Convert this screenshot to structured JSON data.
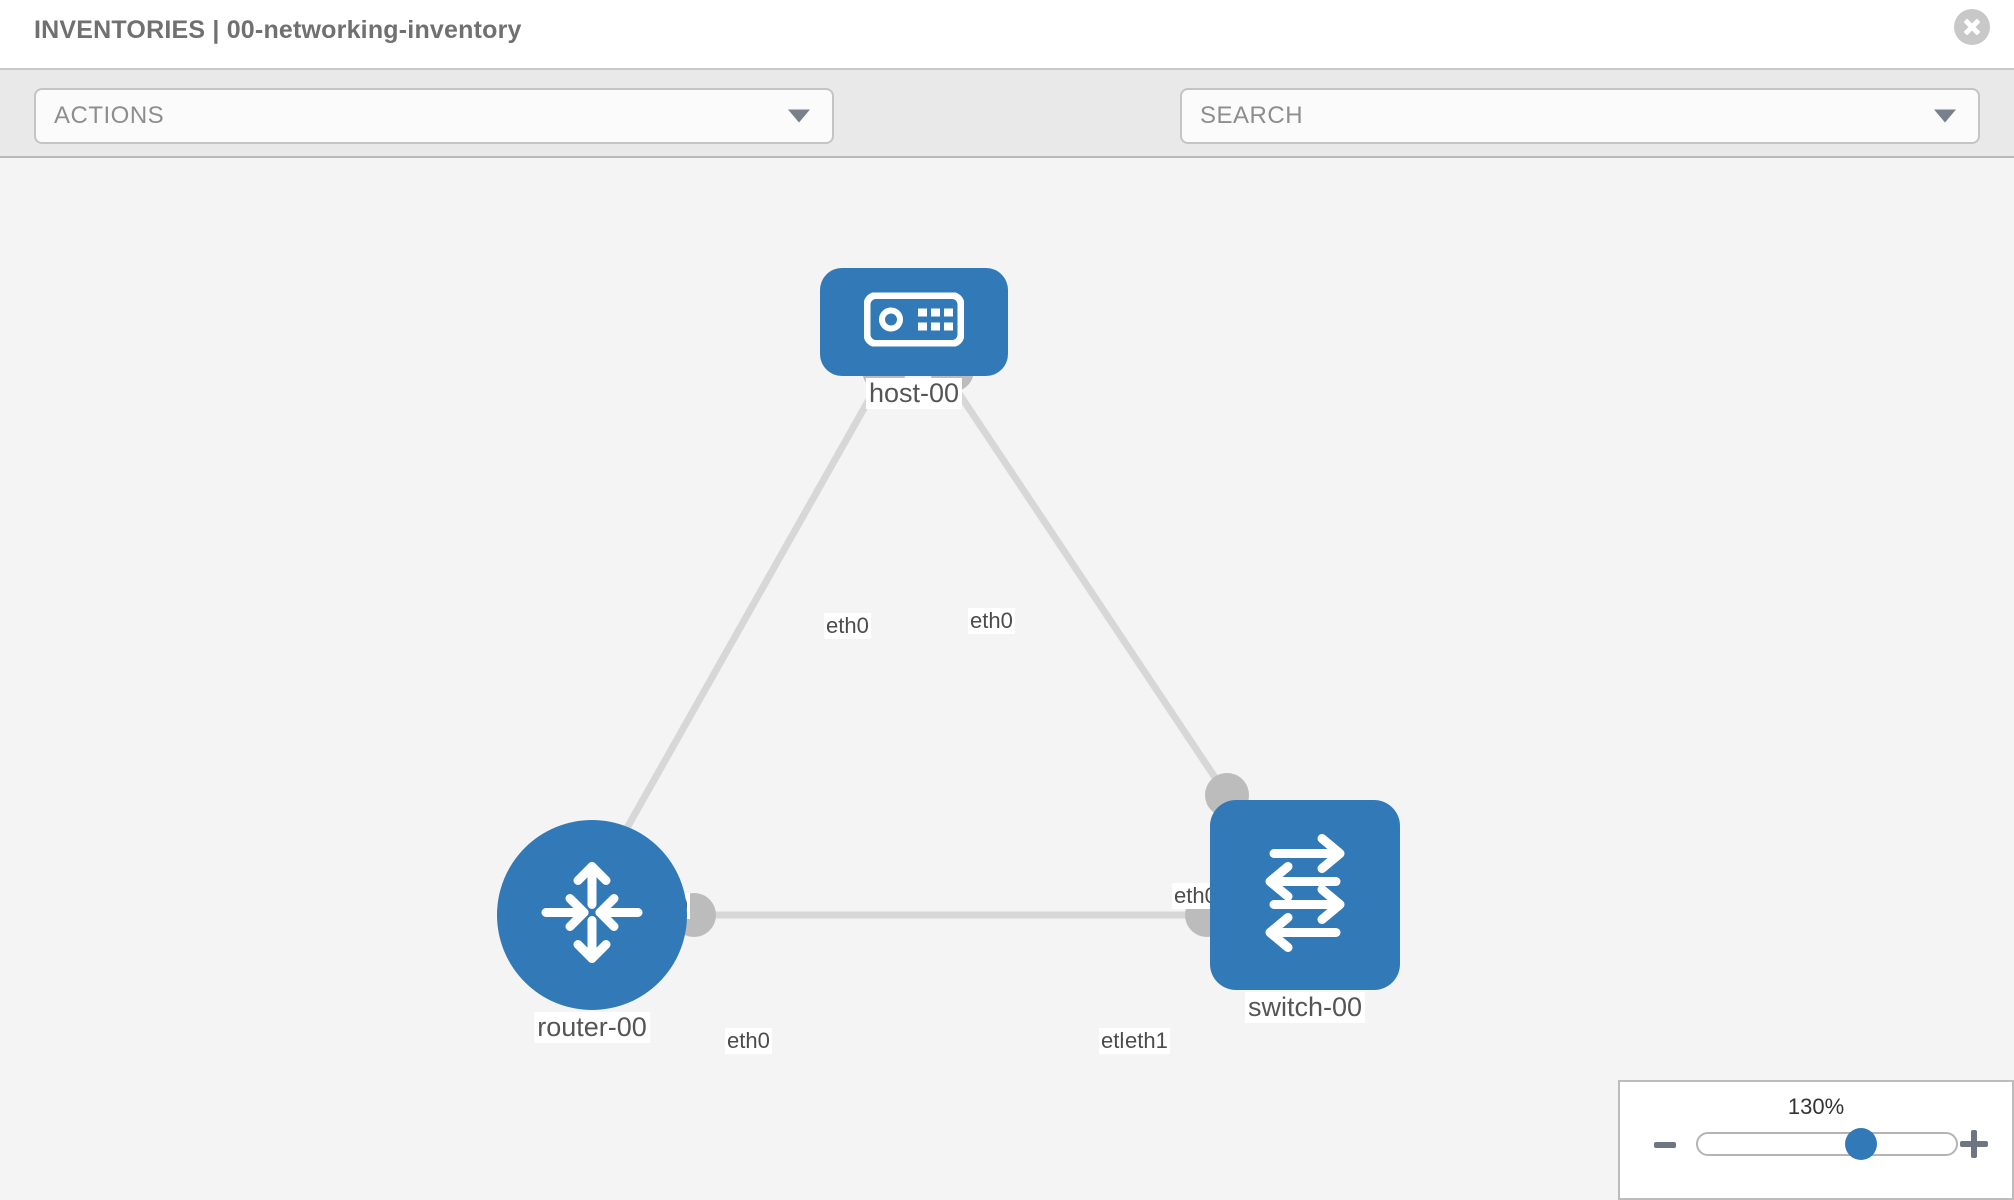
{
  "header": {
    "title": "INVENTORIES | 00-networking-inventory",
    "close_icon": "close-circle-icon"
  },
  "toolbar": {
    "actions_label": "ACTIONS",
    "search_placeholder": "SEARCH",
    "wrench_icon": "wrench-icon",
    "key_icon": "key-icon",
    "caret_icon": "chevron-down-icon"
  },
  "topology": {
    "nodes": [
      {
        "id": "host-00",
        "label": "host-00",
        "type": "host",
        "icon": "server-icon",
        "color": "#3279b7"
      },
      {
        "id": "router-00",
        "label": "router-00",
        "type": "router",
        "icon": "router-arrows-icon",
        "color": "#3279b7"
      },
      {
        "id": "switch-00",
        "label": "switch-00",
        "type": "switch",
        "icon": "switch-arrows-icon",
        "color": "#3279b7"
      }
    ],
    "links": [
      {
        "from": "host-00",
        "to": "router-00",
        "from_if": "eth0",
        "to_if": "eth0"
      },
      {
        "from": "host-00",
        "to": "switch-00",
        "from_if": "eth0",
        "to_if": "eth0"
      },
      {
        "from": "router-00",
        "to": "switch-00",
        "from_if": "eth0",
        "to_if": "eth1",
        "to_if_overlap": "eth0"
      }
    ],
    "link_color": "#d7d7d7",
    "port_color": "#bcbcbc"
  },
  "zoom_control": {
    "percent": "130%",
    "minus_icon": "minus-icon",
    "plus_icon": "plus-icon",
    "thumb_position_pct": 63
  }
}
